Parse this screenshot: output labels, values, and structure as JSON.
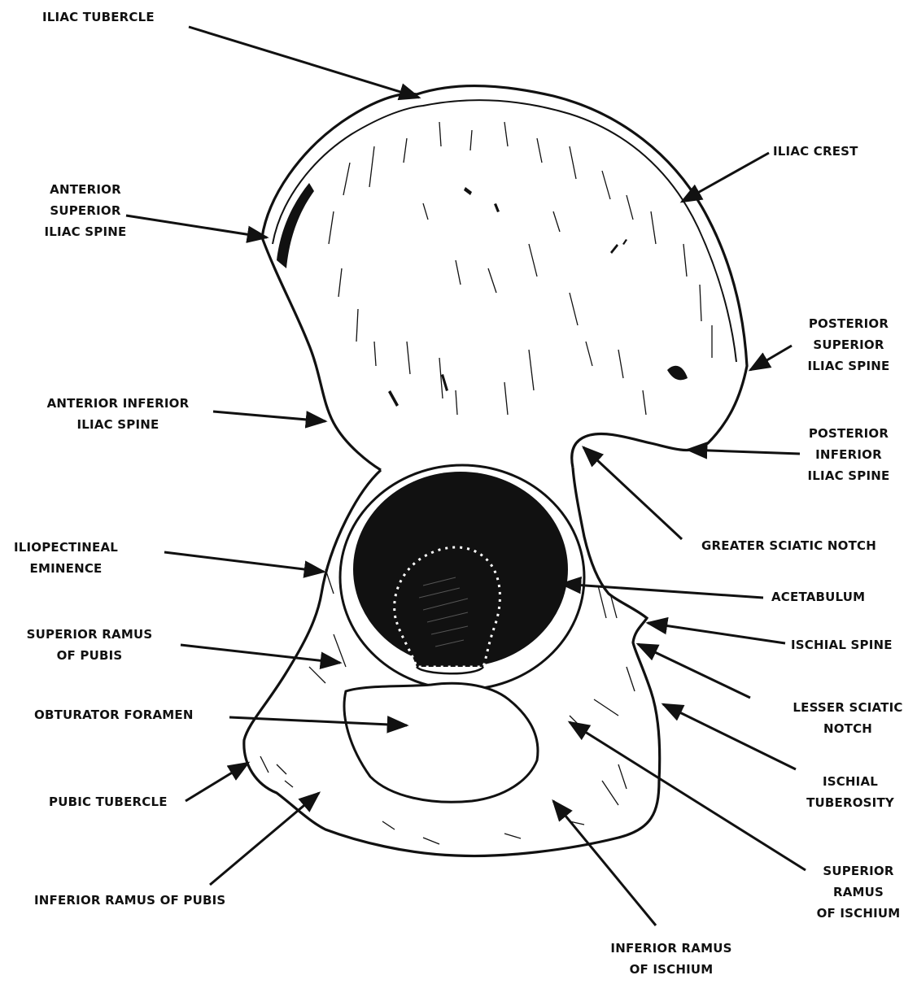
{
  "colors": {
    "ink": "#111111",
    "paper": "#ffffff"
  },
  "labels": {
    "iliac_tubercle": "ILIAC TUBERCLE",
    "iliac_crest": "ILIAC CREST",
    "asis": [
      "ANTERIOR",
      "SUPERIOR",
      "ILIAC SPINE"
    ],
    "psis": [
      "POSTERIOR",
      "SUPERIOR",
      "ILIAC SPINE"
    ],
    "aiis": [
      "ANTERIOR INFERIOR",
      "ILIAC SPINE"
    ],
    "piis": [
      "POSTERIOR",
      "INFERIOR",
      "ILIAC SPINE"
    ],
    "iliopectineal": [
      "ILIOPECTINEAL",
      "EMINENCE"
    ],
    "greater_sciatic": "GREATER SCIATIC NOTCH",
    "acetabulum": "ACETABULUM",
    "sup_ramus_pubis": [
      "SUPERIOR RAMUS",
      "OF PUBIS"
    ],
    "ischial_spine": "ISCHIAL SPINE",
    "lesser_sciatic": [
      "LESSER SCIATIC",
      "NOTCH"
    ],
    "obturator": "OBTURATOR FORAMEN",
    "ischial_tuberosity": [
      "ISCHIAL",
      "TUBEROSITY"
    ],
    "pubic_tubercle": "PUBIC TUBERCLE",
    "inf_ramus_pubis": "INFERIOR RAMUS OF PUBIS",
    "sup_ramus_ischium": [
      "SUPERIOR",
      "RAMUS",
      "OF ISCHIUM"
    ],
    "inf_ramus_ischium": [
      "INFERIOR RAMUS",
      "OF ISCHIUM"
    ]
  }
}
